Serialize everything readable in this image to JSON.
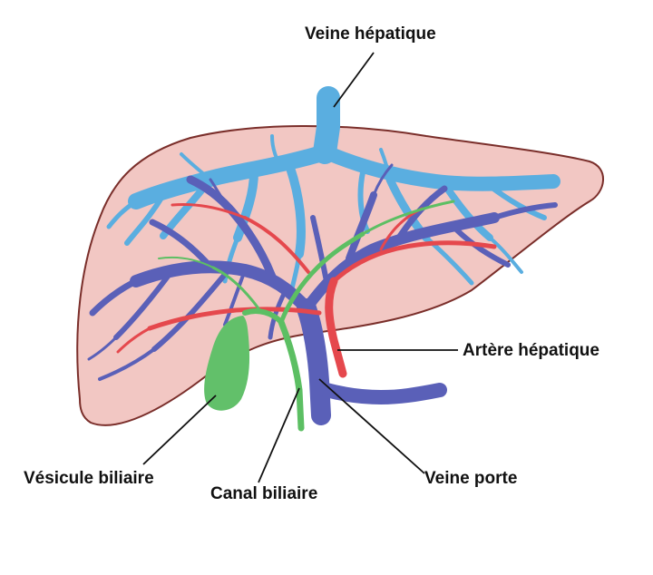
{
  "labels": {
    "veine_hepatique": "Veine hépatique",
    "artere_hepatique": "Artère hépatique",
    "veine_porte": "Veine porte",
    "vesicule_biliaire": "Vésicule biliaire",
    "canal_biliaire": "Canal biliaire"
  },
  "colors": {
    "liver_fill": "#f2c7c3",
    "liver_outline": "#7a2e2a",
    "hepatic_vein": "#5aaee0",
    "portal_vein": "#5a60b8",
    "hepatic_artery": "#e5484d",
    "bile": "#5cbf63",
    "gallbladder": "#62c06a"
  }
}
